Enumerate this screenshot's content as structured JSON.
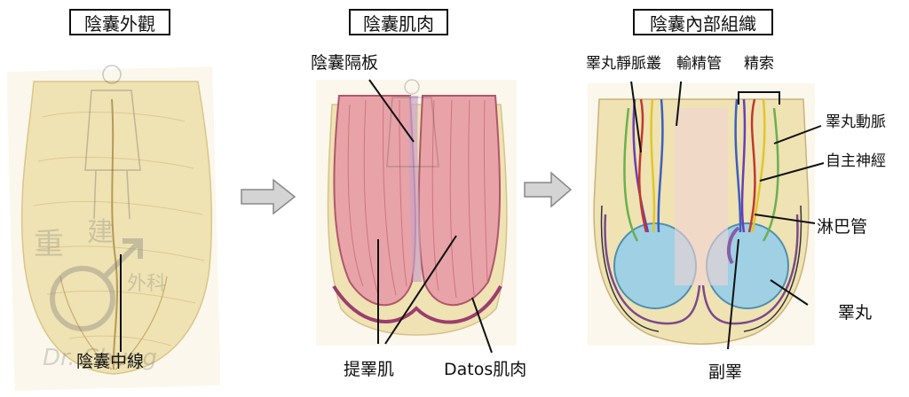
{
  "panels": {
    "exterior": {
      "title": "陰囊外觀",
      "labels": {
        "median_raphe": "陰囊中線"
      },
      "watermark": {
        "line1": "重",
        "line2": "建",
        "line3": "外科",
        "signature": "Dr. Chung"
      }
    },
    "muscle": {
      "title": "陰囊肌肉",
      "labels": {
        "septum": "陰囊隔板",
        "cremaster": "提睪肌",
        "dartos": "Datos肌肉"
      }
    },
    "internal": {
      "title": "陰囊內部組織",
      "labels": {
        "pampiniform": "睪丸靜脈叢",
        "vas_deferens": "輸精管",
        "spermatic_cord": "精索",
        "testicular_artery": "睪丸動脈",
        "autonomic_nerve": "自主神經",
        "lymphatic": "淋巴管",
        "testis": "睪丸",
        "epididymis": "副睪"
      }
    }
  },
  "arrows": [
    "arrow-1",
    "arrow-2"
  ],
  "colors": {
    "skin": "#efe2b3",
    "muscle": "#e8a3a8",
    "testis": "#9fd0e4",
    "artery": "#c0392b",
    "vein": "#6a3fb0",
    "nerve": "#e0c62a",
    "arrow": "#cfcfcf"
  }
}
